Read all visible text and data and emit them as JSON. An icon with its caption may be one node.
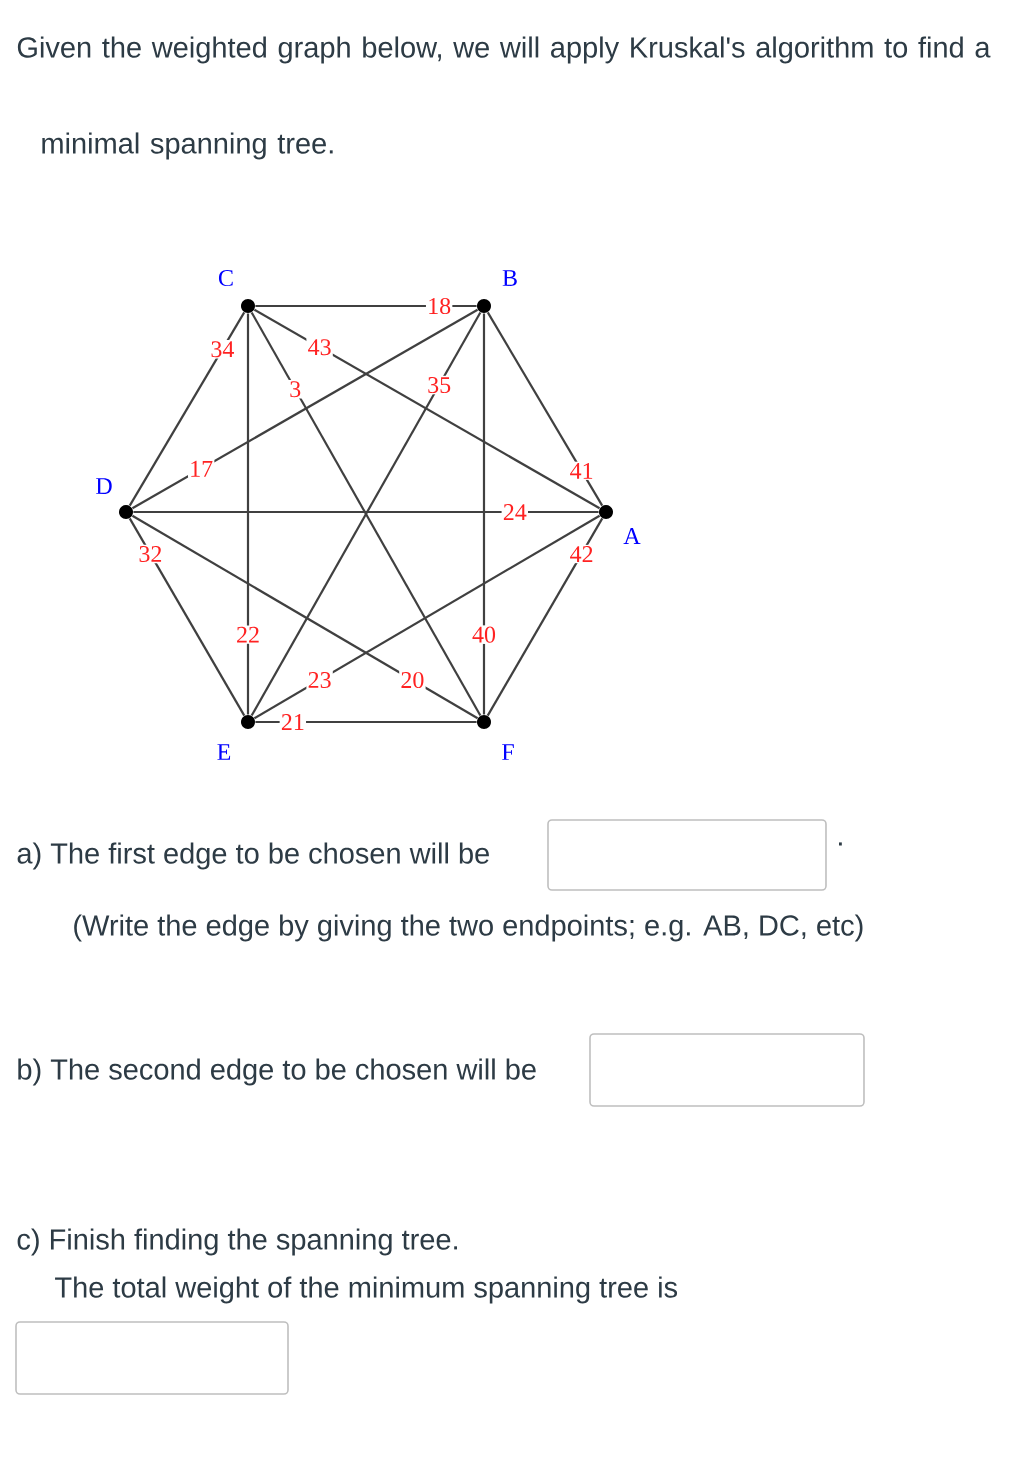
{
  "diagram": {
    "nodes": [
      {
        "text": [],
        "shape": "circle",
        "beside": [
          "C"
        ]
      },
      {
        "text": [],
        "shape": "circle",
        "beside": [
          "B"
        ]
      },
      {
        "text": [],
        "shape": "circle",
        "beside": [
          "D"
        ]
      },
      {
        "text": [],
        "shape": "circle",
        "beside": [
          "A"
        ]
      },
      {
        "text": [],
        "shape": "circle",
        "beside": [
          "E"
        ]
      },
      {
        "text": [],
        "shape": "circle",
        "beside": [
          "F"
        ]
      }
    ],
    "edges": [
      {
        "from": 0,
        "to": 1,
        "arrow": "none",
        "label": "18"
      },
      {
        "from": 0,
        "to": 2,
        "arrow": "none",
        "label": "34"
      },
      {
        "from": 0,
        "to": 3,
        "arrow": "none",
        "label": "43"
      },
      {
        "from": 0,
        "to": 5,
        "arrow": "none",
        "label": "3"
      },
      {
        "from": 0,
        "to": 4,
        "arrow": "none",
        "label": "22"
      },
      {
        "from": 1,
        "to": 2,
        "arrow": "none",
        "label": "17"
      },
      {
        "from": 1,
        "to": 4,
        "arrow": "none",
        "label": "35"
      },
      {
        "from": 1,
        "to": 5,
        "arrow": "none",
        "label": "40"
      },
      {
        "from": 1,
        "to": 3,
        "arrow": "none",
        "label": "41"
      },
      {
        "from": 2,
        "to": 3,
        "arrow": "none",
        "label": "24"
      },
      {
        "from": 2,
        "to": 4,
        "arrow": "none",
        "label": "32"
      },
      {
        "from": 2,
        "to": 5,
        "arrow": "none",
        "label": "20"
      },
      {
        "from": 3,
        "to": 5,
        "arrow": "none",
        "label": "42"
      },
      {
        "from": 3,
        "to": 4,
        "arrow": "none",
        "label": "23"
      },
      {
        "from": 4,
        "to": 5,
        "arrow": "none",
        "label": "21"
      }
    ],
    "labels": [
      "Given the weighted graph below, we will apply Kruskal's algorithm to find a",
      "minimal spanning tree.",
      "a) The first edge to be chosen will be",
      ".",
      "(Write the edge by giving the two endpoints; e.g. AB, DC, etc)",
      "b) The second edge to be chosen will be",
      "c) Finish finding the spanning tree.",
      "The total weight of the minimum spanning tree is"
    ]
  }
}
